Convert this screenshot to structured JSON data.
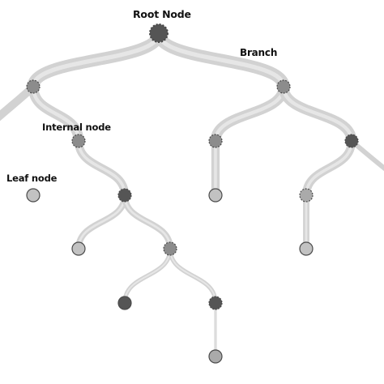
{
  "labels": {
    "root": "Root Node",
    "branch": "Branch",
    "internal": "Internal node",
    "leaf": "Leaf node"
  },
  "colors": {
    "edge": "#d2d2d2",
    "edge_light": "#e6e6e6",
    "node_dark": "#555555",
    "node_mid": "#8c8c8c",
    "node_light": "#aaaaaa",
    "node_lightest": "#c2c2c2",
    "stroke": "#4a4a4a"
  },
  "nodes": [
    {
      "id": "root",
      "kind": "root",
      "shade": "dark"
    },
    {
      "id": "left-branch",
      "kind": "internal",
      "shade": "mid"
    },
    {
      "id": "right-branch",
      "kind": "internal",
      "shade": "mid"
    },
    {
      "id": "internal-node",
      "kind": "internal",
      "shade": "mid"
    },
    {
      "id": "leaf-node",
      "kind": "leaf",
      "shade": "lightest"
    },
    {
      "id": "dark-node-a",
      "kind": "internal",
      "shade": "dark"
    },
    {
      "id": "leaf-b",
      "kind": "leaf",
      "shade": "lightest"
    },
    {
      "id": "node-c",
      "kind": "internal",
      "shade": "mid"
    },
    {
      "id": "dark-leaf-d",
      "kind": "leaf",
      "shade": "dark"
    },
    {
      "id": "dark-node-e",
      "kind": "internal",
      "shade": "dark"
    },
    {
      "id": "leaf-f",
      "kind": "leaf",
      "shade": "light"
    },
    {
      "id": "node-g",
      "kind": "internal",
      "shade": "mid"
    },
    {
      "id": "leaf-h",
      "kind": "leaf",
      "shade": "lightest"
    },
    {
      "id": "dark-node-i",
      "kind": "internal",
      "shade": "dark"
    },
    {
      "id": "node-j",
      "kind": "internal",
      "shade": "light"
    },
    {
      "id": "leaf-k",
      "kind": "leaf",
      "shade": "lightest"
    }
  ],
  "edges": [
    {
      "from": "root",
      "to": "left-branch"
    },
    {
      "from": "root",
      "to": "right-branch"
    },
    {
      "from": "left-branch",
      "to": "internal-node"
    },
    {
      "from": "internal-node",
      "to": "dark-node-a"
    },
    {
      "from": "dark-node-a",
      "to": "leaf-b"
    },
    {
      "from": "dark-node-a",
      "to": "node-c"
    },
    {
      "from": "node-c",
      "to": "dark-leaf-d"
    },
    {
      "from": "node-c",
      "to": "dark-node-e"
    },
    {
      "from": "dark-node-e",
      "to": "leaf-f"
    },
    {
      "from": "right-branch",
      "to": "node-g"
    },
    {
      "from": "node-g",
      "to": "leaf-h"
    },
    {
      "from": "right-branch",
      "to": "dark-node-i"
    },
    {
      "from": "dark-node-i",
      "to": "node-j"
    },
    {
      "from": "node-j",
      "to": "leaf-k"
    }
  ]
}
